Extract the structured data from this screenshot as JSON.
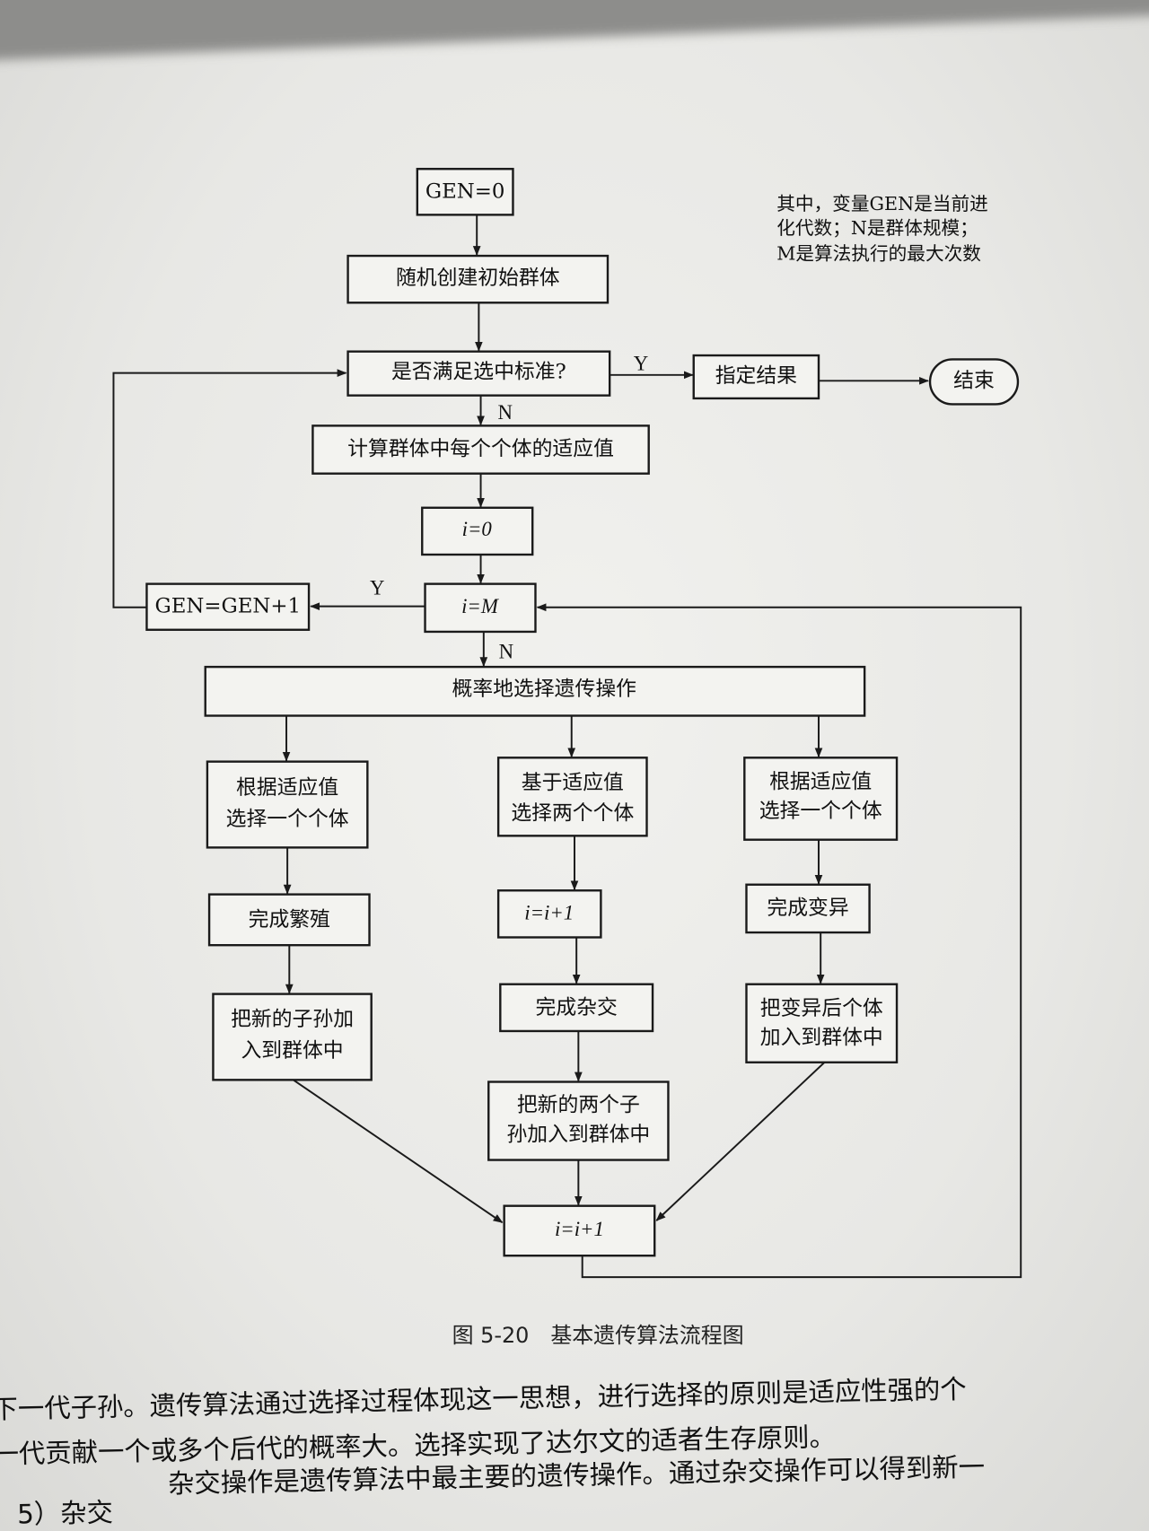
{
  "note": {
    "line1": "其中，变量GEN是当前进",
    "line2": "化代数；N是群体规模；",
    "line3": "M是算法执行的最大次数"
  },
  "nodes": {
    "gen0": "GEN=0",
    "init": "随机创建初始群体",
    "check": "是否满足选中标准?",
    "result": "指定结果",
    "end": "结束",
    "fitness": "计算群体中每个个体的适应值",
    "i0": "i=0",
    "iM": "i=M",
    "genInc": "GEN=GEN+1",
    "chooseOp": "概率地选择遗传操作",
    "left1a": "根据适应值",
    "left1b": "选择一个个体",
    "mid1a": "基于适应值",
    "mid1b": "选择两个个体",
    "right1a": "根据适应值",
    "right1b": "选择一个个体",
    "reproduce": "完成繁殖",
    "midInc": "i=i+1",
    "mutate": "完成变异",
    "left3a": "把新的子孙加",
    "left3b": "入到群体中",
    "crossover": "完成杂交",
    "right3a": "把变异后个体",
    "right3b": "加入到群体中",
    "mid4a": "把新的两个子",
    "mid4b": "孙加入到群体中",
    "bottomInc": "i=i+1"
  },
  "edges": {
    "checkY": "Y",
    "checkN": "N",
    "iMY": "Y",
    "iMN": "N"
  },
  "caption": "图 5-20　基本遗传算法流程图",
  "body": {
    "line1": "下一代子孙。遗传算法通过选择过程体现这一思想，进行选择的原则是适应性强的个",
    "line2": "一代贡献一个或多个后代的概率大。选择实现了达尔文的适者生存原则。",
    "line3": "　　　杂交操作是遗传算法中最主要的遗传操作。通过杂交操作可以得到新一",
    "line4": "5）杂交"
  }
}
